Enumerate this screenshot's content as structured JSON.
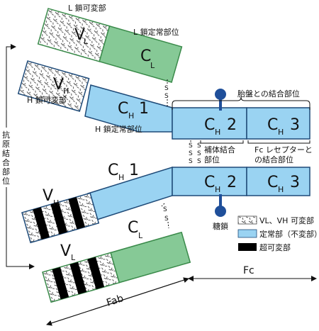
{
  "colors": {
    "constant_blue": "#9ad3f2",
    "constant_green": "#86c996",
    "variable_border": "#444444",
    "stroke": "#1e4a78",
    "green_border": "#3a8a4a",
    "sugar": "#1f4f9a",
    "hypervariable": "#000000"
  },
  "labels": {
    "l_chain_variable": "L 鎖可変部",
    "l_chain_constant": "L 鎖定常部位",
    "h_chain_variable": "H 鎖可変部",
    "h_chain_constant": "H 鎖定常部位",
    "placenta_binding": "胎盤との結合部位",
    "complement_binding_1": "補体結合",
    "complement_binding_2": "部位",
    "fc_receptor_binding_1": "Fc レセプターと",
    "fc_receptor_binding_2": "の結合部位",
    "sugar_chain": "糖鎖",
    "antigen_binding_site": "抗原結合部位",
    "fab": "Fab",
    "fc": "Fc",
    "disulfide": "S"
  },
  "domains": {
    "VL": {
      "main": "V",
      "sub": "L"
    },
    "VH": {
      "main": "V",
      "sub": "H"
    },
    "CL": {
      "main": "C",
      "sub": "L"
    },
    "CH1": {
      "main": "C",
      "sub": "H",
      "num": "1"
    },
    "CH2": {
      "main": "C",
      "sub": "H",
      "num": "2"
    },
    "CH3": {
      "main": "C",
      "sub": "H",
      "num": "3"
    }
  },
  "legend": [
    {
      "swatch": "hatched",
      "label": "VL、VH 可変部"
    },
    {
      "swatch": "blue",
      "label": "定常部（不変部）"
    },
    {
      "swatch": "black",
      "label": "超可変部"
    }
  ]
}
